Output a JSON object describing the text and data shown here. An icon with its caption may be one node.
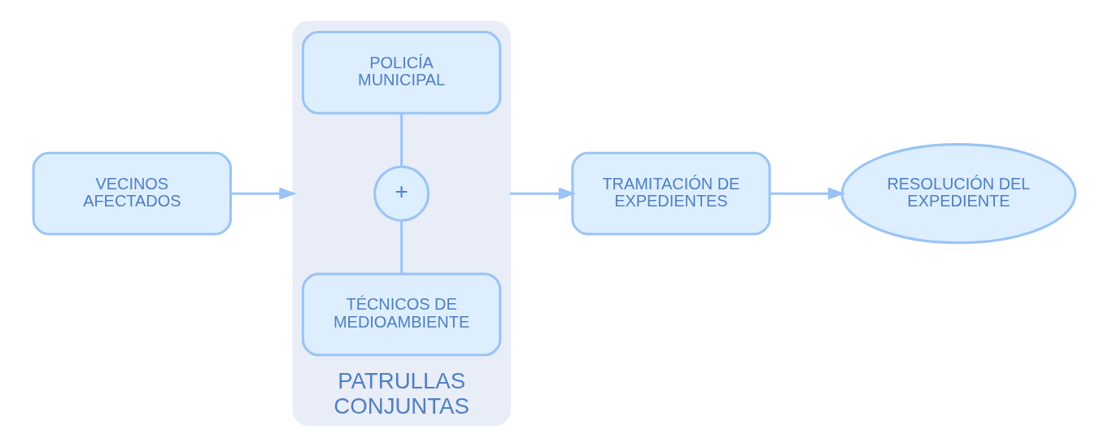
{
  "diagram": {
    "nodes": [
      {
        "text": [
          "VECINOS AFECTADOS"
        ]
      },
      {
        "text": [
          "PATRULLAS CONJUNTAS"
        ]
      },
      {
        "text": [
          "TÉCNICOS DE MEDIOAMBIENTE"
        ],
        "in": 1
      },
      {
        "text": [
          "+"
        ],
        "in": 1
      },
      {
        "text": [
          "POLICÍA MUNICIPAL"
        ],
        "in": 1
      },
      {
        "text": [
          "TRAMITACIÓN DE EXPEDIENTES"
        ]
      },
      {
        "text": [
          "RESOLUCIÓN DEL EXPEDIENTE"
        ]
      }
    ],
    "edges": [
      {
        "from": 0,
        "to": 1,
        "arrow": "to"
      },
      {
        "from": 2,
        "to": 3,
        "arrow": "none"
      },
      {
        "from": 3,
        "to": 4,
        "arrow": "none"
      },
      {
        "from": 1,
        "to": 5,
        "arrow": "to"
      },
      {
        "from": 5,
        "to": 6,
        "arrow": "to"
      }
    ]
  }
}
